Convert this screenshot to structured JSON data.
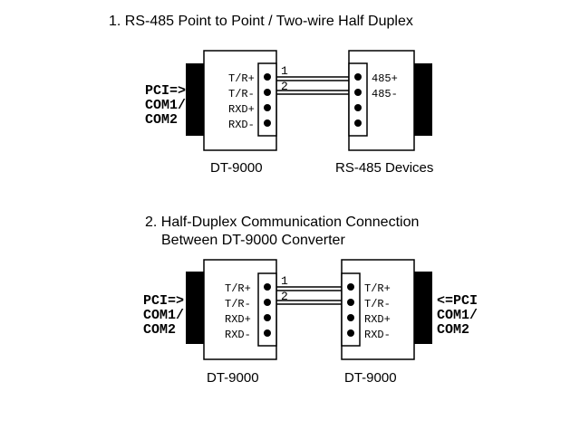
{
  "section1": {
    "title": "1. RS-485 Point to Point / Two-wire Half Duplex",
    "left_side_label": [
      "PCI=>",
      "COM1/",
      "COM2"
    ],
    "left_pins": [
      "T/R+",
      "T/R-",
      "RXD+",
      "RXD-"
    ],
    "right_pins": [
      "485+",
      "485-"
    ],
    "wire_labels": [
      "1",
      "2"
    ],
    "left_caption": "DT-9000",
    "right_caption": "RS-485 Devices"
  },
  "section2": {
    "title_line1": "2. Half-Duplex Communication Connection",
    "title_line2": "Between DT-9000 Converter",
    "left_side_label": [
      "PCI=>",
      "COM1/",
      "COM2"
    ],
    "right_side_label": [
      "<=PCI",
      "COM1/",
      "COM2"
    ],
    "left_pins": [
      "T/R+",
      "T/R-",
      "RXD+",
      "RXD-"
    ],
    "right_pins": [
      "T/R+",
      "T/R-",
      "RXD+",
      "RXD-"
    ],
    "wire_labels": [
      "1",
      "2"
    ],
    "left_caption": "DT-9000",
    "right_caption": "DT-9000"
  }
}
